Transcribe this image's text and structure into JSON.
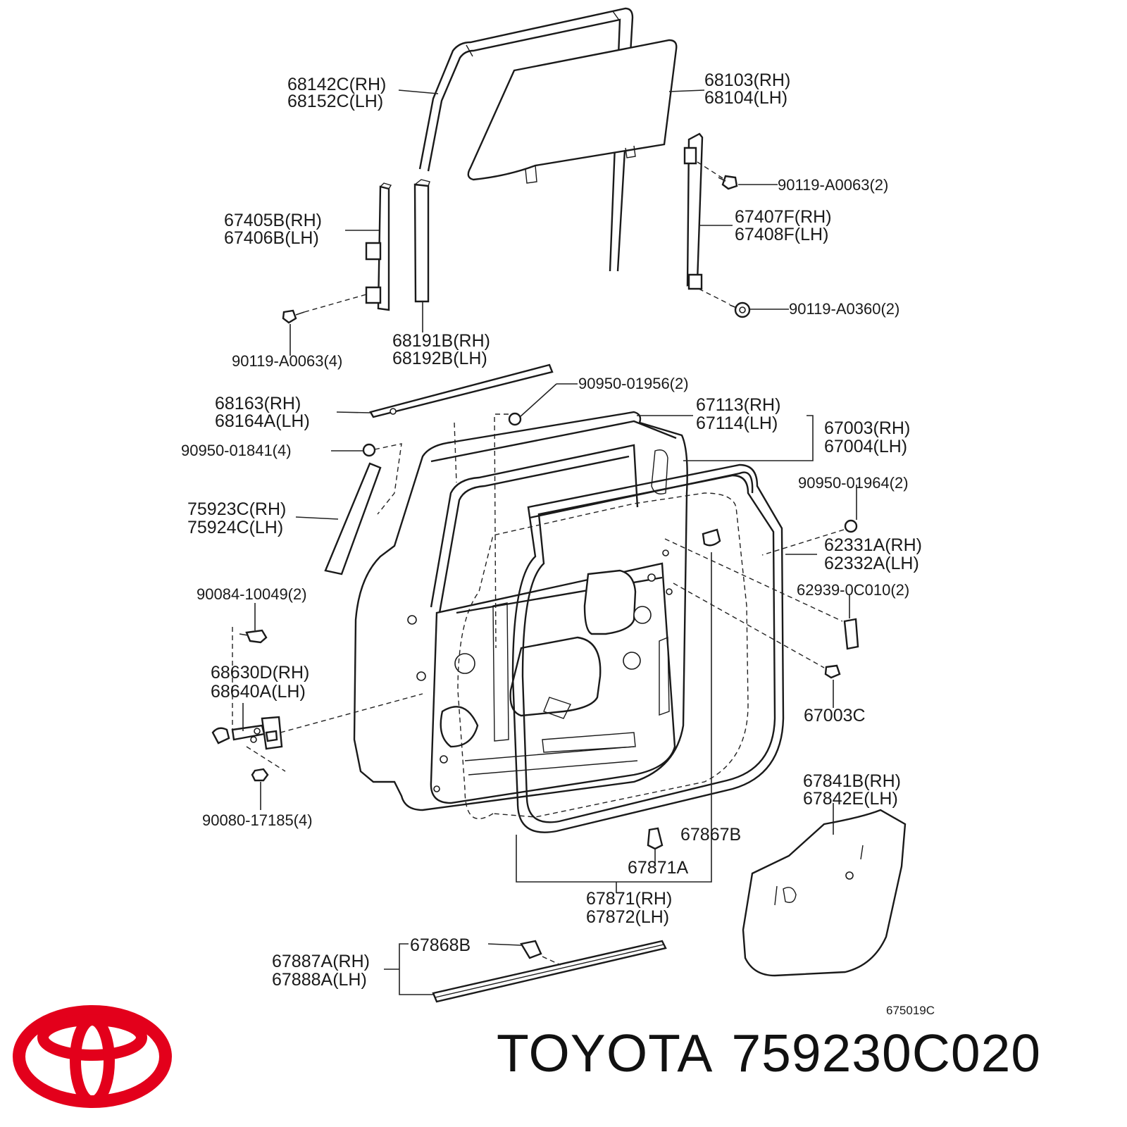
{
  "labels": {
    "l68142c": "68142C(RH)",
    "l68152c": "68152C(LH)",
    "l68103": "68103(RH)",
    "l68104": "68104(LH)",
    "l90119a0063_2": "90119-A0063(2)",
    "l67405b": "67405B(RH)",
    "l67406b": "67406B(LH)",
    "l67407f": "67407F(RH)",
    "l67408f": "67408F(LH)",
    "l90119a0360": "90119-A0360(2)",
    "l90119a0063_4": "90119-A0063(4)",
    "l68191b": "68191B(RH)",
    "l68192b": "68192B(LH)",
    "l9095001956": "90950-01956(2)",
    "l68163": "68163(RH)",
    "l68164a": "68164A(LH)",
    "l67113": "67113(RH)",
    "l67114": "67114(LH)",
    "l67003": "67003(RH)",
    "l67004": "67004(LH)",
    "l9095001841": "90950-01841(4)",
    "l9095001964": "90950-01964(2)",
    "l75923c": "75923C(RH)",
    "l75924c": "75924C(LH)",
    "l62331a": "62331A(RH)",
    "l62332a": "62332A(LH)",
    "l629390c010": "62939-0C010(2)",
    "l9008410049": "90084-10049(2)",
    "l67003c": "67003C",
    "l68630d": "68630D(RH)",
    "l68640a": "68640A(LH)",
    "l9008017185": "90080-17185(4)",
    "l67841b": "67841B(RH)",
    "l67842e": "67842E(LH)",
    "l67867b": "67867B",
    "l67871a": "67871A",
    "l67871": "67871(RH)",
    "l67872": "67872(LH)",
    "l67868b": "67868B",
    "l67887a": "67887A(RH)",
    "l67888a": "67888A(LH)"
  },
  "diagram_ref": "675019C",
  "brand": "TOYOTA",
  "part_number": "759230C020",
  "logo_icon": "toyota-logo",
  "colors": {
    "brand_red": "#e3001b",
    "ink": "#1a1a1a"
  }
}
